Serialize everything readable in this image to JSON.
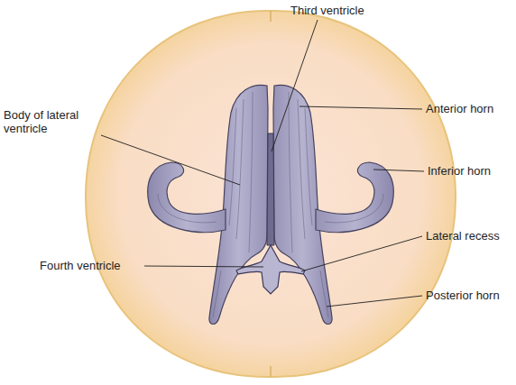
{
  "diagram": {
    "labels": [
      "Third ventricle",
      "Body of lateral ventricle",
      "Anterior horn",
      "Inferior horn",
      "Lateral recess",
      "Fourth ventricle",
      "Posterior horn"
    ]
  }
}
